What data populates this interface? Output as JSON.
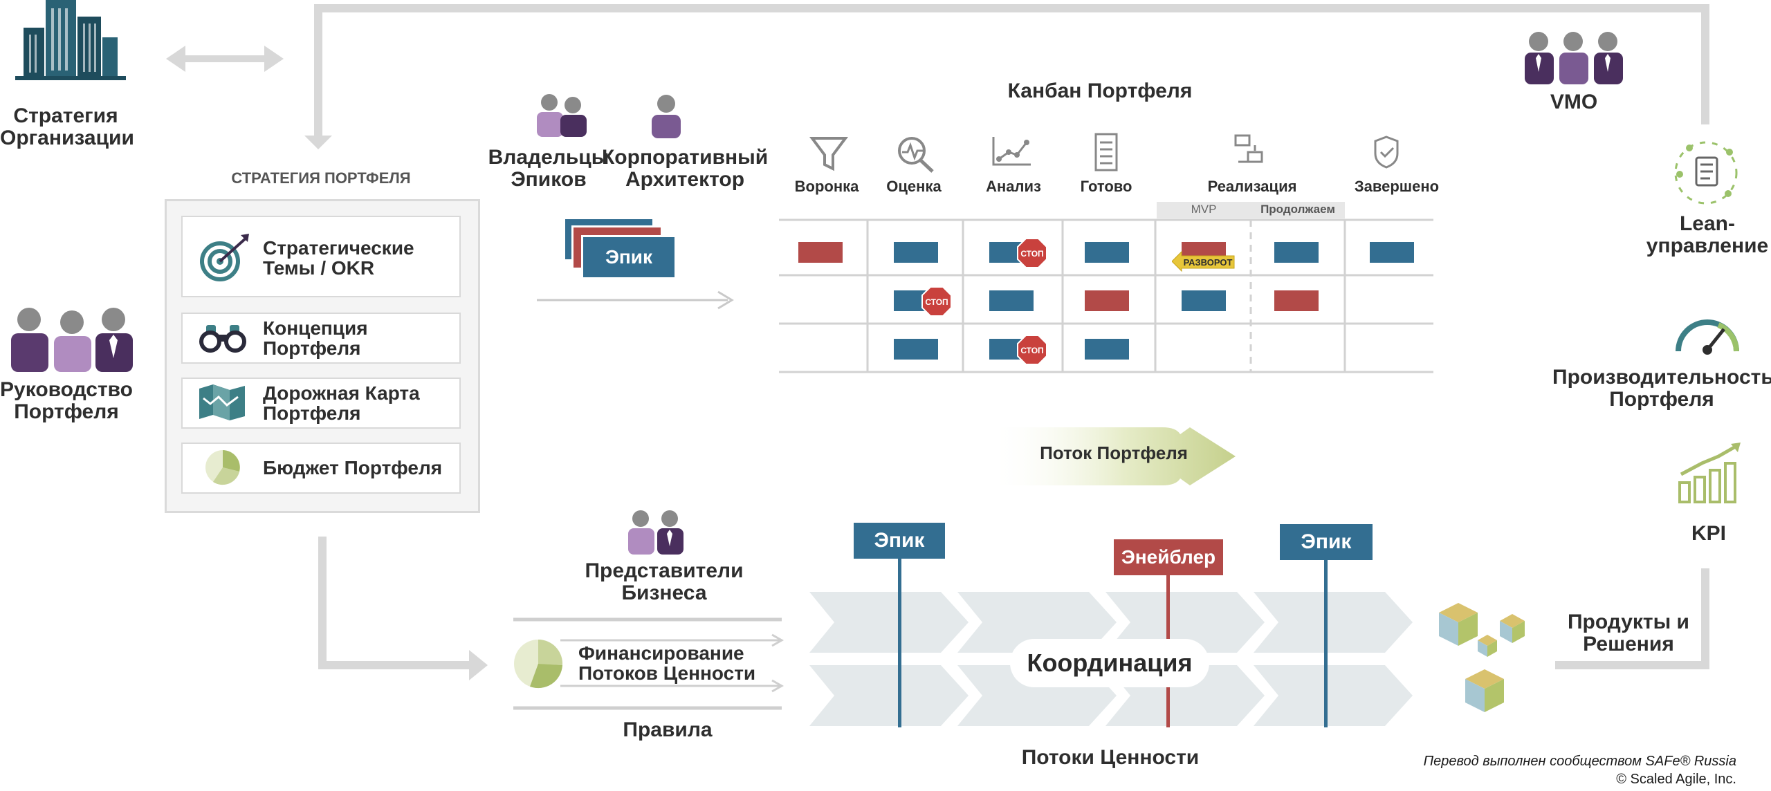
{
  "roles": {
    "strategy_org": "Стратегия\nОрганизации",
    "portfolio_leadership": "Руководство\nПортфеля",
    "epic_owners": "Владельцы\nЭпиков",
    "enterprise_architect": "Корпоративный\nАрхитектор",
    "business_owners": "Представители\nБизнеса",
    "vmo": "VMO"
  },
  "portfolio_strategy": {
    "heading": "СТРАТЕГИЯ ПОРТФЕЛЯ",
    "items": [
      {
        "label": "Стратегические\n Темы / OKR",
        "icon": "target-icon"
      },
      {
        "label": "Концепция\n Портфеля",
        "icon": "binoculars-icon"
      },
      {
        "label": "Дорожная Карта\n Портфеля",
        "icon": "map-icon"
      },
      {
        "label": "Бюджет Портфеля",
        "icon": "pie-icon"
      }
    ]
  },
  "epic_stack_label": "Эпик",
  "kanban": {
    "title": "Канбан Портфеля",
    "columns": [
      {
        "label": "Воронка",
        "icon": "funnel-icon"
      },
      {
        "label": "Оценка",
        "icon": "magnifier-icon"
      },
      {
        "label": "Анализ",
        "icon": "scatter-icon"
      },
      {
        "label": "Готово",
        "icon": "list-icon"
      },
      {
        "label": "Реализация",
        "icon": "flow-icon"
      },
      {
        "label": "Завершено",
        "icon": "check-shield-icon"
      }
    ],
    "sublabels": {
      "mvp": "MVP",
      "continue": "Продолжаем"
    },
    "stop_label": "СТОП",
    "pivot_label": "РАЗВОРОТ",
    "colors": {
      "blue": "#336e91",
      "red": "#b24a48",
      "stop": "#c9413d",
      "pivot": "#e7c63a"
    }
  },
  "flow_label": "Поток Портфеля",
  "value_streams": {
    "epic1": "Эпик",
    "enabler": "Энейблер",
    "epic2": "Эпик",
    "coordination": "Координация",
    "title": "Потоки Ценности"
  },
  "funding": {
    "label": "Финансирование\nПотоков Ценности",
    "rules": "Правила"
  },
  "right": {
    "lean_gov": "Lean-\nуправление",
    "performance": "Производительность\nПортфеля",
    "kpi": "KPI",
    "products": "Продукты и\nРешения"
  },
  "credit": {
    "line1": "Перевод выполнен сообществом SAFe® Russia",
    "line2": "© Scaled Agile, Inc."
  }
}
